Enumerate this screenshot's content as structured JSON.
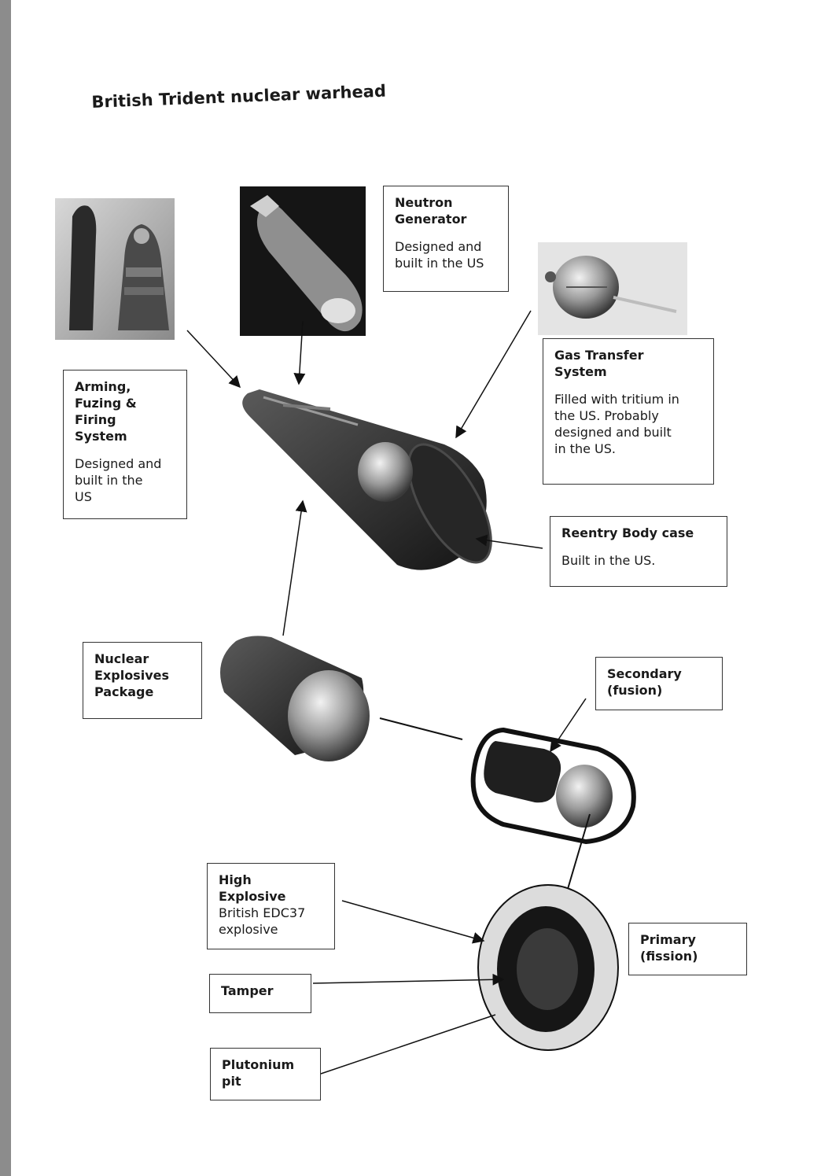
{
  "title": "British Trident nuclear warhead",
  "labels": {
    "neutron": {
      "head": "Neutron\nGenerator",
      "body": "Designed and\nbuilt in the US"
    },
    "arming": {
      "head": "Arming,\nFuzing &\nFiring\nSystem",
      "body": "Designed and\nbuilt in the\nUS"
    },
    "gas": {
      "head": "Gas Transfer\nSystem",
      "body": "Filled with tritium in\nthe US. Probably\ndesigned and built\nin the US."
    },
    "reentry": {
      "head": "Reentry Body case",
      "body": "Built in the US."
    },
    "nep": {
      "head": "Nuclear\nExplosives\nPackage"
    },
    "secondary": {
      "head": "Secondary\n(fusion)"
    },
    "high_explosive": {
      "head": "High\nExplosive",
      "body": "British EDC37\nexplosive"
    },
    "primary": {
      "head": "Primary\n(fission)"
    },
    "tamper": {
      "head": "Tamper"
    },
    "plutonium": {
      "head": "Plutonium\npit"
    }
  }
}
